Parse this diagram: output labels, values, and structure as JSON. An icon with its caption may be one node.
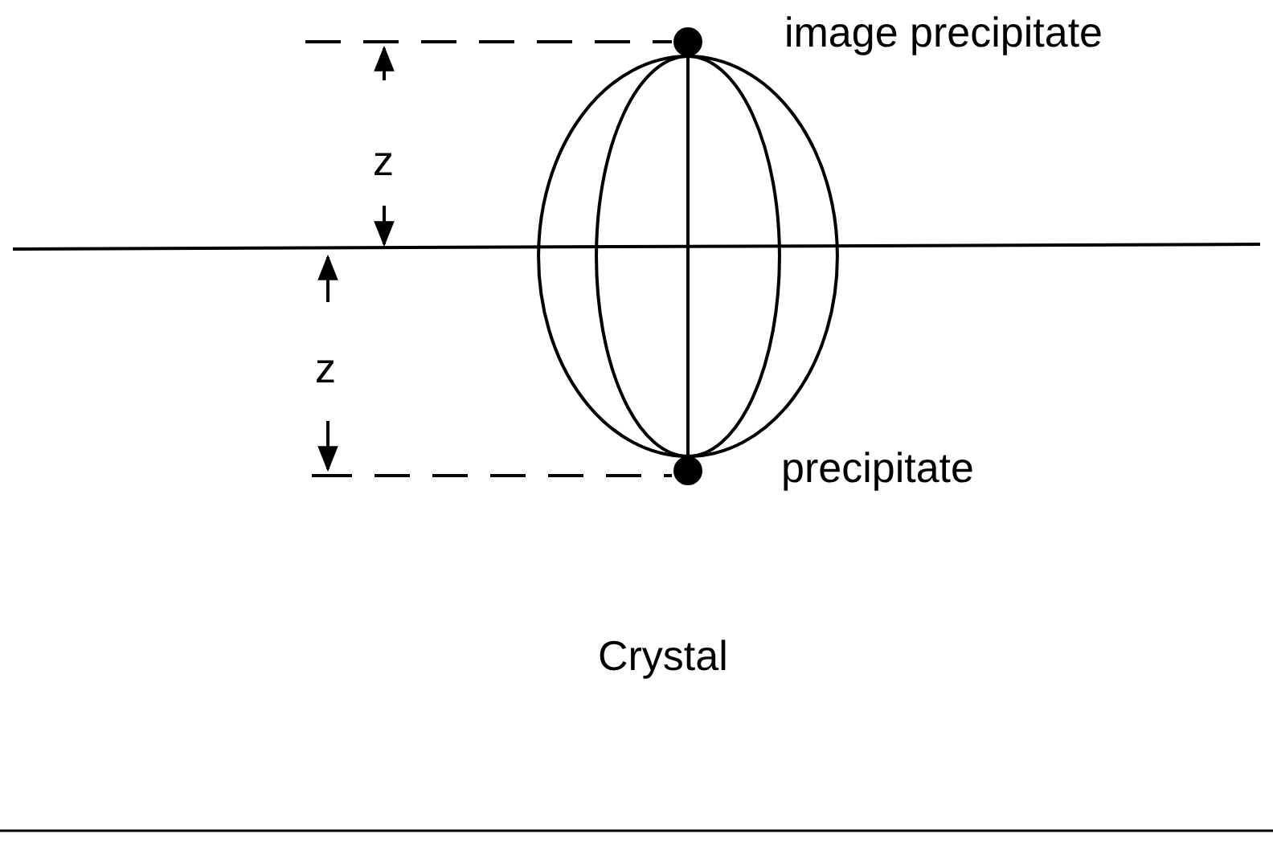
{
  "diagram": {
    "nodes": [
      {
        "text": [],
        "shape": "circle",
        "beside": [
          "image precipitate"
        ]
      },
      {
        "text": [],
        "shape": "circle",
        "beside": [
          "precipitate"
        ]
      }
    ],
    "edges": [
      {
        "from": 0,
        "to": 1,
        "arrow": "none"
      },
      {
        "from": 0,
        "to": 1,
        "arrow": "none"
      },
      {
        "from": 0,
        "to": 1,
        "arrow": "none"
      },
      {
        "from": 0,
        "to": 1,
        "arrow": "none"
      },
      {
        "from": 0,
        "to": 1,
        "arrow": "none"
      }
    ],
    "labels": [
      "z",
      "z",
      "Crystal"
    ]
  }
}
